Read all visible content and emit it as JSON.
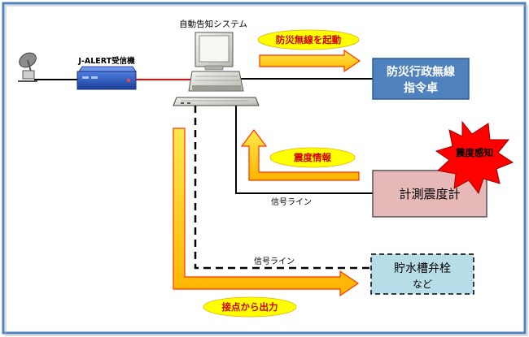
{
  "labels": {
    "system": "自動告知システム",
    "jalert": "J-ALERT受信機",
    "signal_line_1": "信号ライン",
    "signal_line_2": "信号ライン"
  },
  "boxes": {
    "bousai_line1": "防災行政無線",
    "bousai_line2": "指令卓",
    "seismometer": "計測震度計",
    "tank_line1": "貯水槽弁栓",
    "tank_line2": "など"
  },
  "callouts": {
    "activate": "防災無線を起動",
    "intensity_info": "震度情報",
    "contact_output": "接点から出力",
    "quake_detect": "震度感知"
  },
  "colors": {
    "border": "#4f81bd",
    "bousai_fill": "#4f81bd",
    "seismo_fill": "#e6b8b7",
    "tank_fill": "#b7dde8",
    "arrow_fill": "#ffd200",
    "arrow_stroke": "#ff3300",
    "callout_fill": "#ffff00",
    "callout_text": "#d10000",
    "burst_fill": "#ff0000",
    "wire_red": "#ff0000"
  }
}
